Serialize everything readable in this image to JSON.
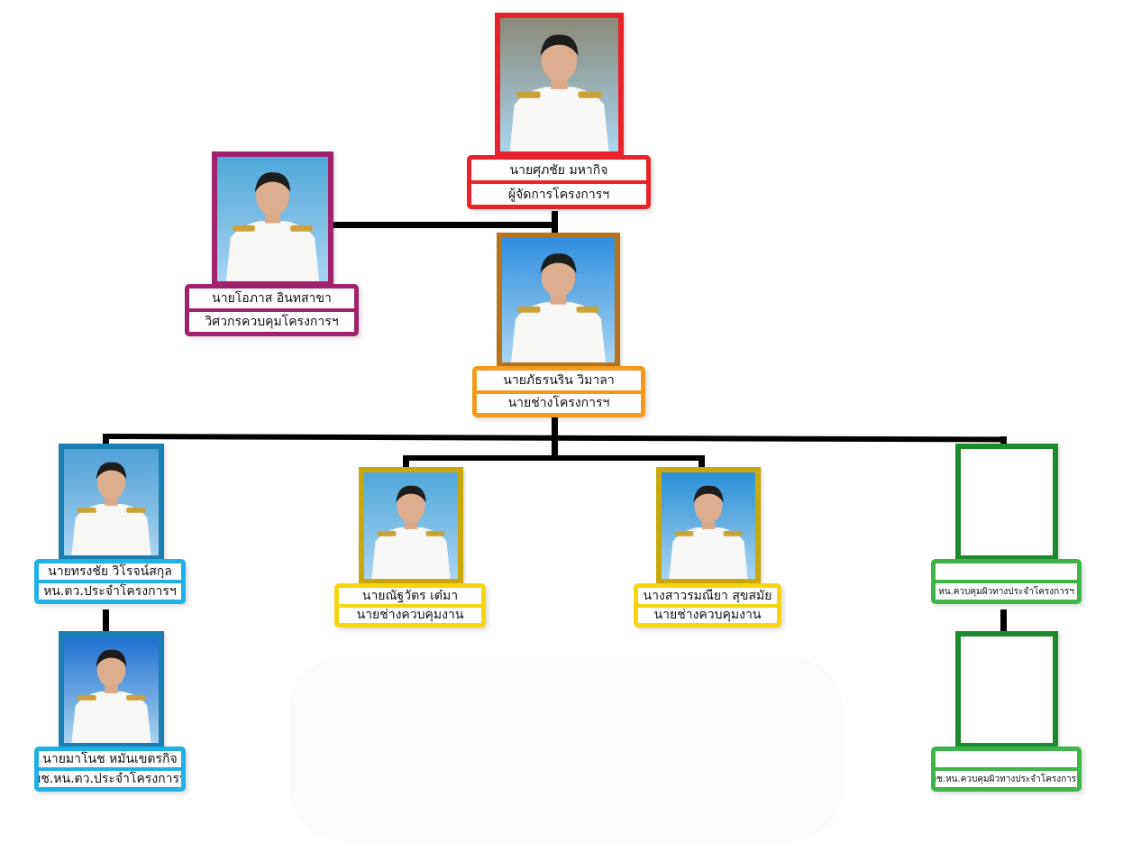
{
  "members": [
    {
      "id": "manager",
      "name": "นายศุภชัย  มหากิจ",
      "position": "ผู้จัดการโครงการฯ",
      "color": "#e8232b"
    },
    {
      "id": "engineer",
      "name": "นายโอภาส  อินทสาขา",
      "position": "วิศวกรควบคุมโครงการฯ",
      "color": "#a0226a"
    },
    {
      "id": "project-technician",
      "name": "นายภัธรนริน  วิมาลา",
      "position": "นายช่างโครงการฯ",
      "color": "#f39a1e"
    },
    {
      "id": "inspection-head",
      "name": "นายทรงชัย  วิโรจน์สกุล",
      "position": "หน.ตว.ประจำโครงการฯ",
      "color": "#1fb0e8"
    },
    {
      "id": "inspection-assistant",
      "name": "นายมาโนช หมั่นเขตรกิจ",
      "position": "ผช.หน.ตว.ประจำโครงการฯ",
      "color": "#1fb0e8"
    },
    {
      "id": "supervisor-1",
      "name": "นายณัฐวัตร  เต๋มา",
      "position": "นายช่างควบคุมงาน",
      "color": "#f5d50f"
    },
    {
      "id": "supervisor-2",
      "name": "นางสาวรมณียา  สุขสมัย",
      "position": "นายช่างควบคุมงาน",
      "color": "#f5d50f"
    },
    {
      "id": "surface-head",
      "name": "",
      "position": "หน.ควบคุมผิวทางประจำโครงการฯ",
      "color": "#3db54a"
    },
    {
      "id": "surface-assistant",
      "name": "",
      "position": "ผช.หน.ควบคุมผิวทางประจำโครงการฯ",
      "color": "#3db54a"
    }
  ]
}
